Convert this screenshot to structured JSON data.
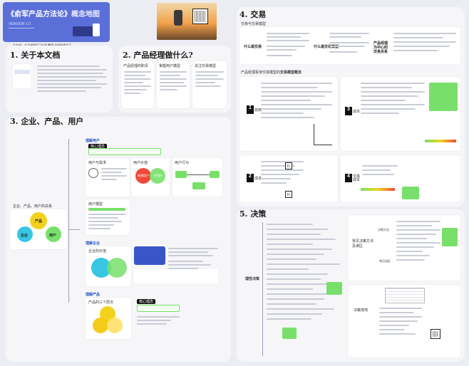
{
  "header": {
    "title_main": "《俞军产品方法论》",
    "title_sub": "概念地图",
    "version": "VERSION 1.0",
    "footer_note": "文本由：产品经理学习交流  整理 仅供参考学习"
  },
  "sections": {
    "s1": "1. 关于本文档",
    "s2": "2. 产品经理做什么?",
    "s3": "3. 企业、产品、用户",
    "s4": "4. 交易",
    "s5": "5. 决策"
  },
  "s2_cards": [
    "产品经理的职责",
    "掌握用户模型",
    "关注交易模型"
  ],
  "s3": {
    "relation_label": "企业、产品、用户的关系",
    "venn": {
      "product": "产品",
      "company": "企业",
      "user": "用户"
    },
    "understand_user": "理解用户",
    "understand_company": "理解企业",
    "understand_product": "理解产品",
    "core_tag_1": "核心理念",
    "core_tag_2": "核心理念",
    "sub_user_need": "用户与需求",
    "sub_user_value": "用户价值",
    "sub_user_behavior": "用户行为",
    "sub_user_model": "用户模型",
    "sub_company": "企业的价值",
    "sub_product": "产品的三个层次",
    "red_label_1": "新增用户",
    "red_label_2": "老用户"
  },
  "s4": {
    "trade_model": "交易与交易模型",
    "what_is_trade": "什么是交易",
    "what_is_model": "什么是交易模型",
    "pm_center": "产品经理为中心的交易关系",
    "pm_view": "产品经理看待交易模型的",
    "pm_view_bold": "交易模型概念",
    "label_1": "1",
    "label_1b": "效用",
    "label_2": "2",
    "label_2b": "成本",
    "label_3": "3",
    "label_3b": "成本",
    "label_4": "4",
    "label_4b": "交易成本"
  },
  "s5": {
    "rational": "理性决策",
    "common_methods": "常见决策方法及误区",
    "decision_method": "决策方法",
    "misconception": "常见误区",
    "landing": "决策落地"
  },
  "colors": {
    "header_blue": "#5b6fd8",
    "green": "#78e06a",
    "yellow": "#f2d21c",
    "red": "#f04a3a",
    "cyan": "#38c6e4"
  }
}
